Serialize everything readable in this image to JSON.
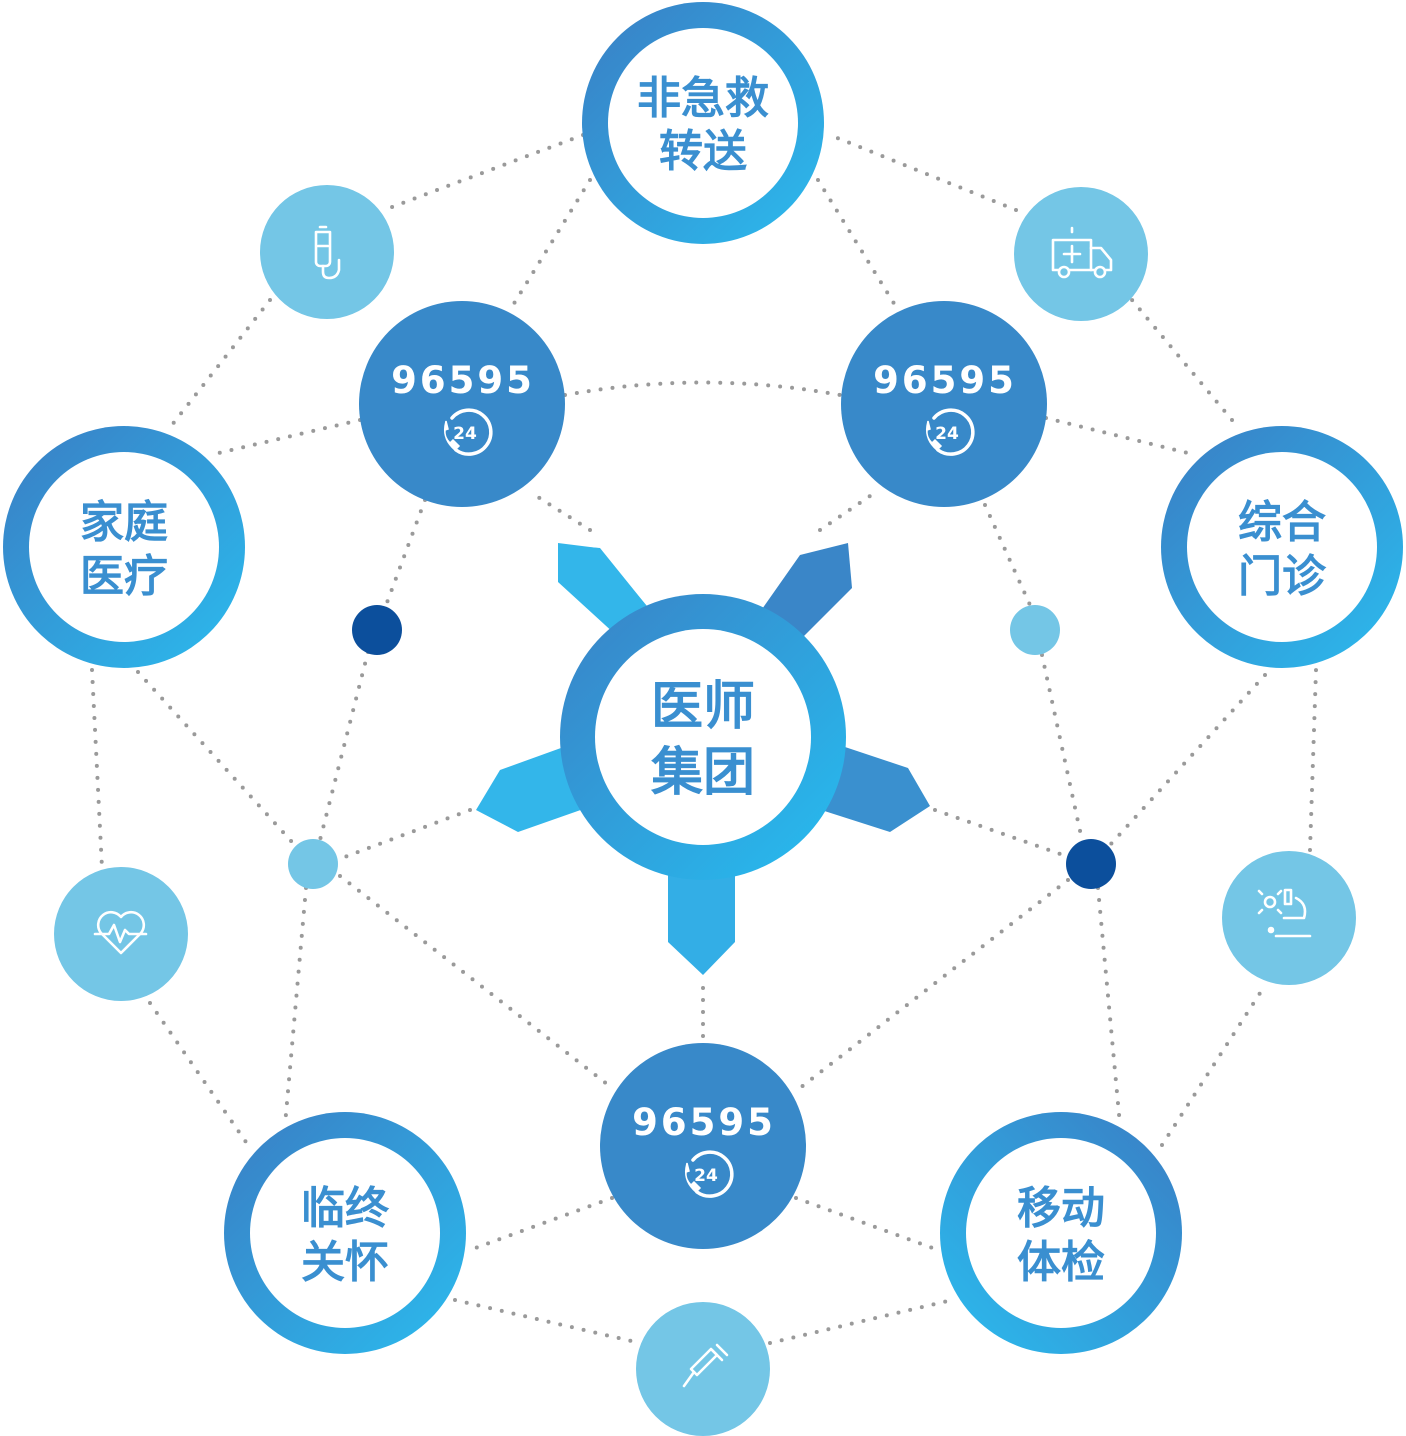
{
  "colors": {
    "ring_light": "#29b8ec",
    "ring_dark": "#3a7ec4",
    "hotline_fill": "#3889c9",
    "icon_bubble": "#74c6e6",
    "dark_dot": "#0c4f9c",
    "light_dot": "#74c6e6",
    "text_blue": "#3a8fd0",
    "dotted_line": "#9a9a9a",
    "gear_light": "#33b6ea",
    "gear_dark": "#3a86c8"
  },
  "center": {
    "line1": "医师",
    "line2": "集团"
  },
  "services": [
    {
      "id": "non-emergency-transfer",
      "line1": "非急救",
      "line2": "转送"
    },
    {
      "id": "general-clinic",
      "line1": "综合",
      "line2": "门诊"
    },
    {
      "id": "mobile-checkup",
      "line1": "移动",
      "line2": "体检"
    },
    {
      "id": "hospice-care",
      "line1": "临终",
      "line2": "关怀"
    },
    {
      "id": "family-medicine",
      "line1": "家庭",
      "line2": "医疗"
    }
  ],
  "hotlines": [
    {
      "number": "96595",
      "badge": "24"
    },
    {
      "number": "96595",
      "badge": "24"
    },
    {
      "number": "96595",
      "badge": "24"
    }
  ],
  "icons": [
    {
      "name": "iv-bag-icon"
    },
    {
      "name": "ambulance-icon"
    },
    {
      "name": "microscope-icon"
    },
    {
      "name": "syringe-icon"
    },
    {
      "name": "heartbeat-icon"
    }
  ]
}
